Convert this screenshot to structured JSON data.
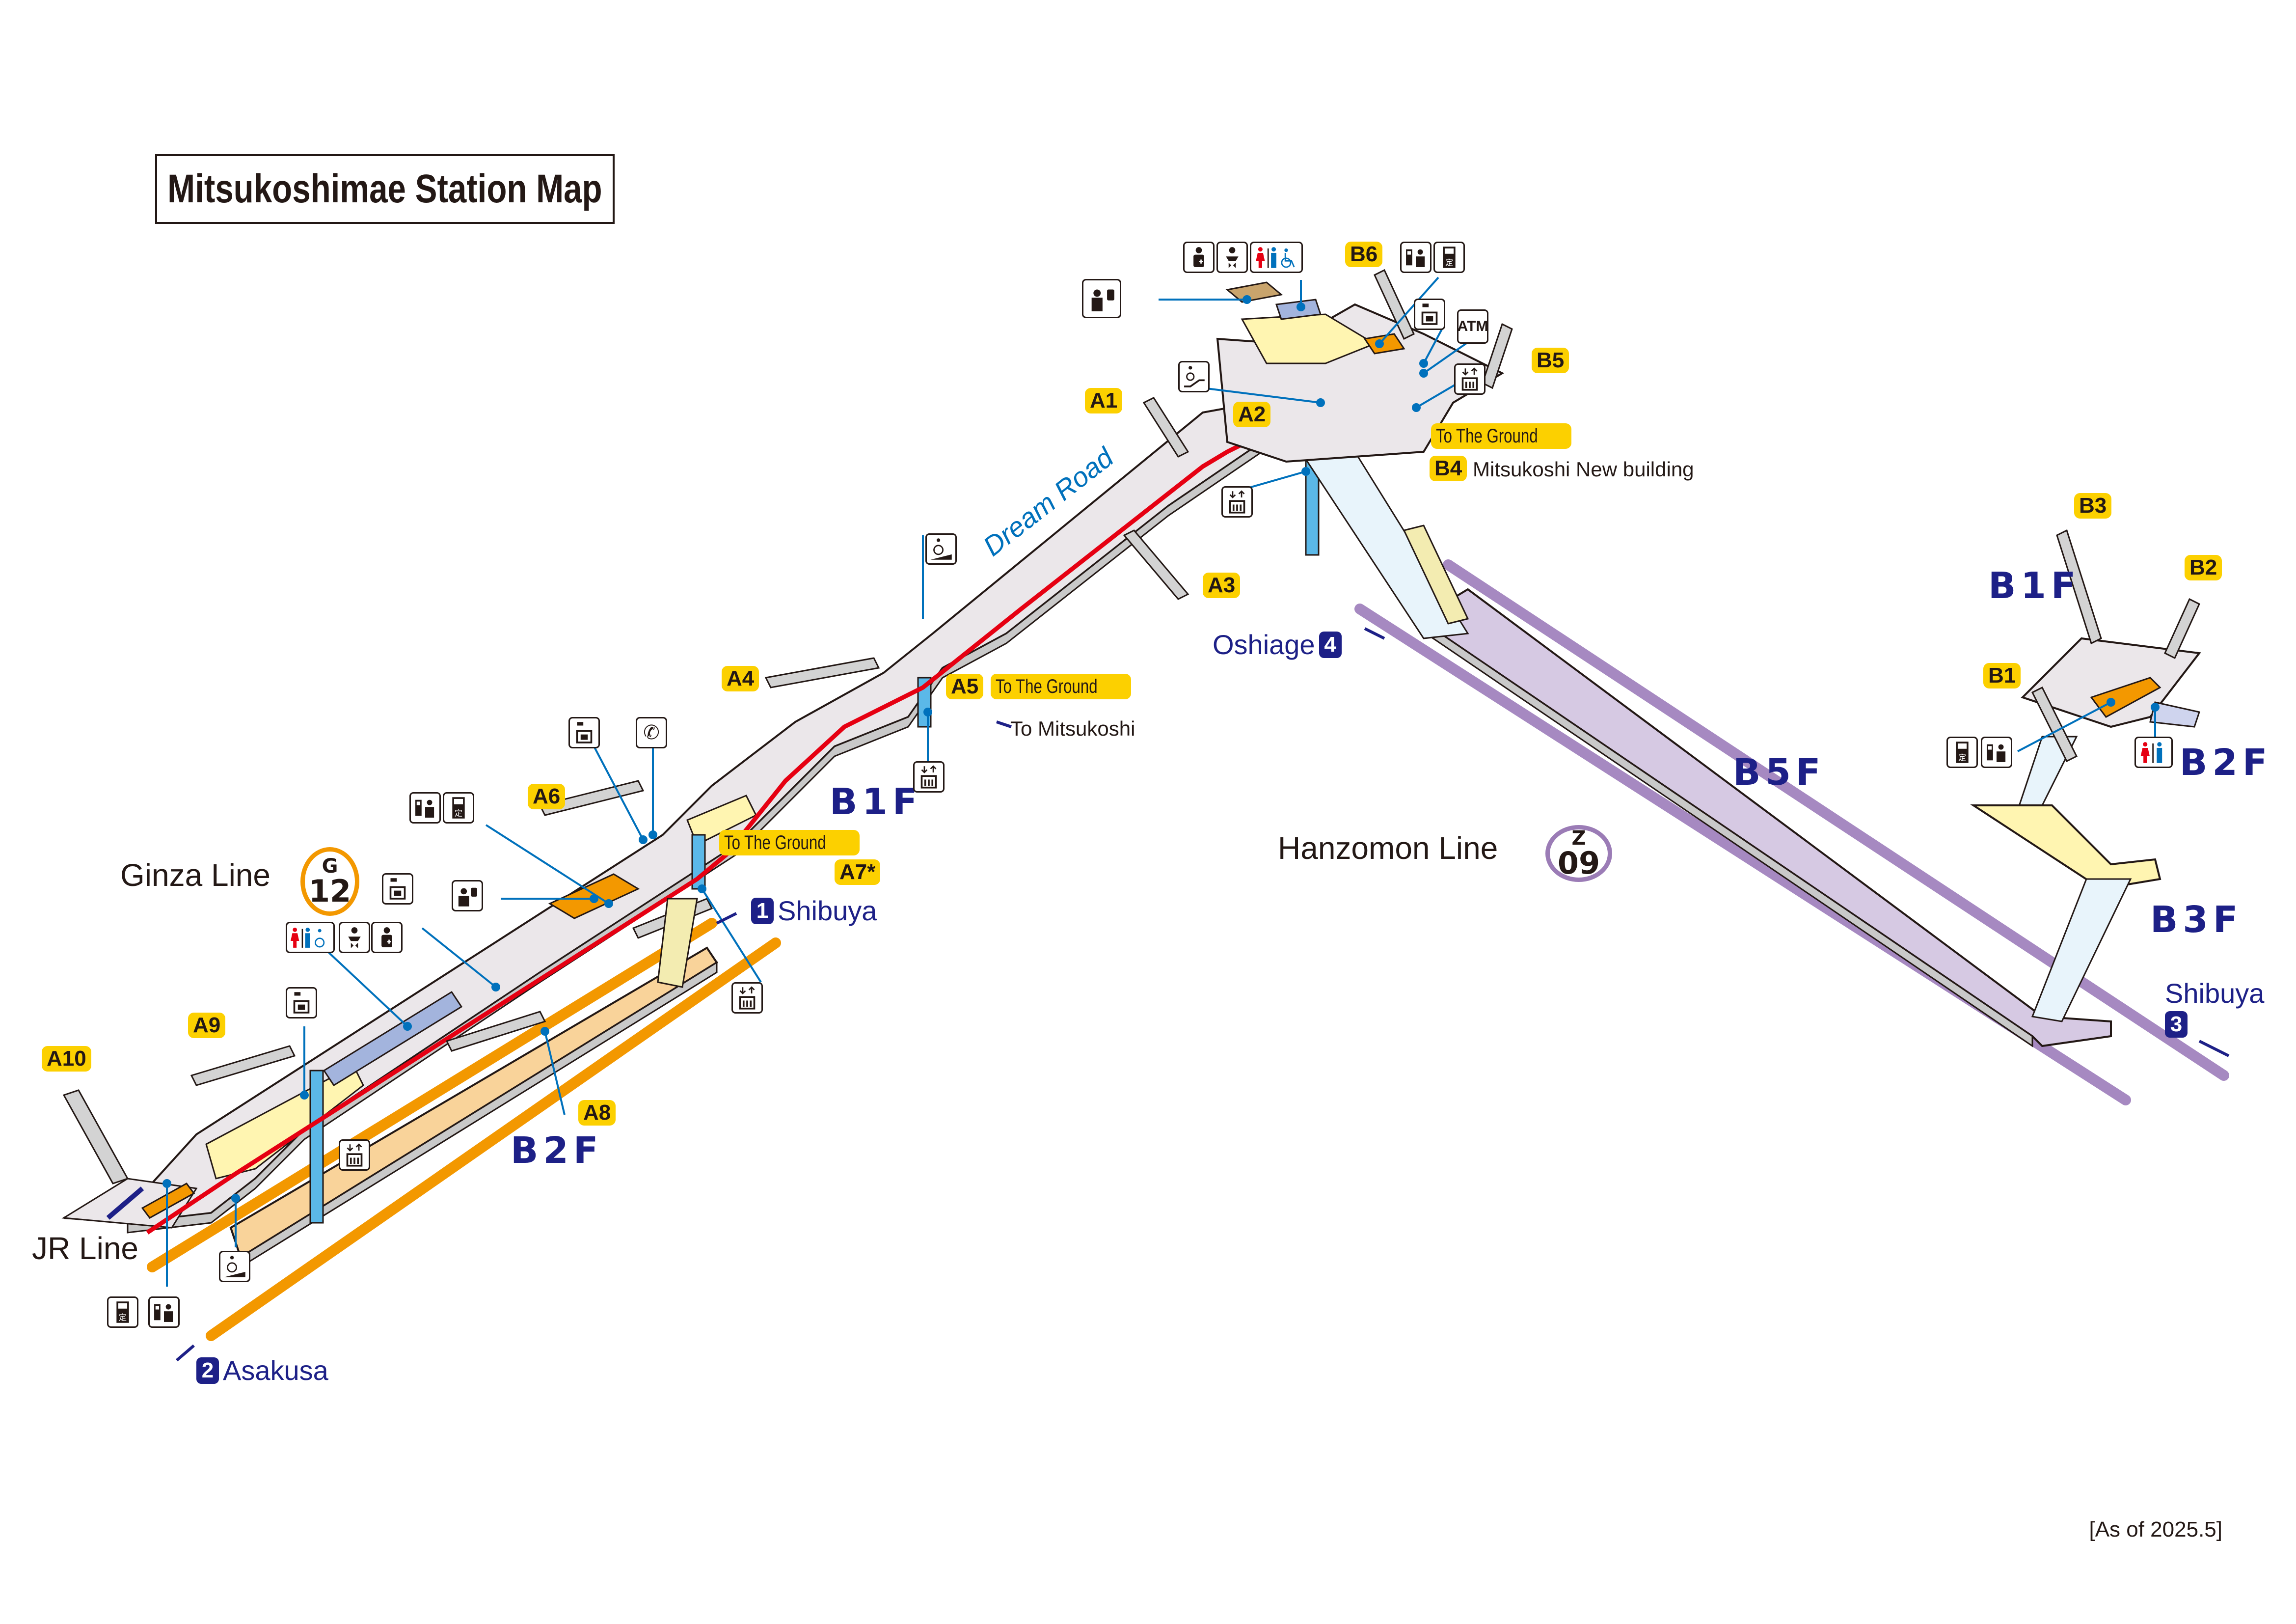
{
  "title": "Mitsukoshimae Station Map",
  "as_of": "[As of 2025.5]",
  "colors": {
    "ginza_line": "#f39800",
    "hanzomon_line": "#9b7cb6",
    "route_red": "#e60012",
    "elevator_blue": "#5bb8e8",
    "exit_yellow": "#fcd000",
    "floor_label_navy": "#1d2087",
    "concourse_gray": "#ebe7ea",
    "paid_area_yellow": "#fff5b1",
    "ginza_platform": "#f9d39a",
    "hanzomon_platform": "#d6c9e3"
  },
  "lines": {
    "ginza": {
      "name": "Ginza Line",
      "letter": "G",
      "number": "12"
    },
    "hanzomon": {
      "name": "Hanzomon Line",
      "letter": "Z",
      "number": "09"
    },
    "jr": {
      "name": "JR Line"
    }
  },
  "floors": {
    "ginza_b1f": "B1F",
    "ginza_b2f": "B2F",
    "hanzomon_b5f": "B5F",
    "east_b1f": "B1F",
    "east_b2f": "B2F",
    "east_b3f": "B3F"
  },
  "exits": {
    "A1": "A1",
    "A2": "A2",
    "A3": "A3",
    "A4": "A4",
    "A5": "A5",
    "A6": "A6",
    "A7": "A7*",
    "A8": "A8",
    "A9": "A9",
    "A10": "A10",
    "B1": "B1",
    "B2": "B2",
    "B3": "B3",
    "B4": "B4",
    "B5": "B5",
    "B6": "B6"
  },
  "tags": {
    "to_ground": "To The Ground",
    "mitsukoshi_new": "Mitsukoshi New building",
    "to_mitsukoshi": "To Mitsukoshi",
    "dream_road": "Dream Road"
  },
  "directions": {
    "shibuya_1": {
      "number": "1",
      "label": "Shibuya"
    },
    "asakusa_2": {
      "number": "2",
      "label": "Asakusa"
    },
    "shibuya_3": {
      "number": "3",
      "label": "Shibuya"
    },
    "oshiage_4": {
      "number": "4",
      "label": "Oshiage"
    }
  },
  "icons": {
    "atm": "ATM",
    "commuter_pass": "定",
    "phone": "✆"
  }
}
